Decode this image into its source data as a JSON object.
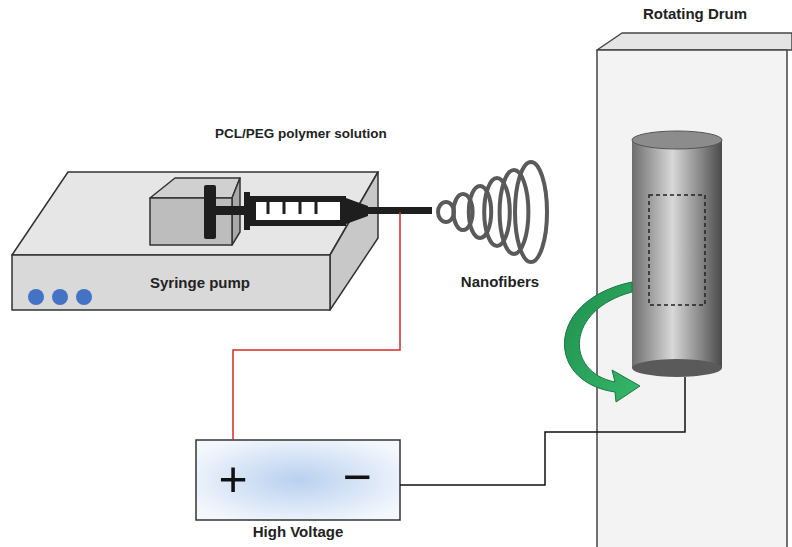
{
  "diagram": {
    "nodes": [
      {
        "text": [
          "PCL/PEG polymer solution",
          "Syringe pump"
        ]
      },
      {
        "text": [
          "+",
          "−",
          "High Voltage"
        ]
      },
      {
        "text": [
          "Rotating Drum"
        ]
      }
    ],
    "edges": [
      {
        "from": 0,
        "to": 1,
        "arrow": "none"
      },
      {
        "from": 1,
        "to": 2,
        "arrow": "none"
      }
    ],
    "labels": [
      "Nanofibers"
    ]
  }
}
